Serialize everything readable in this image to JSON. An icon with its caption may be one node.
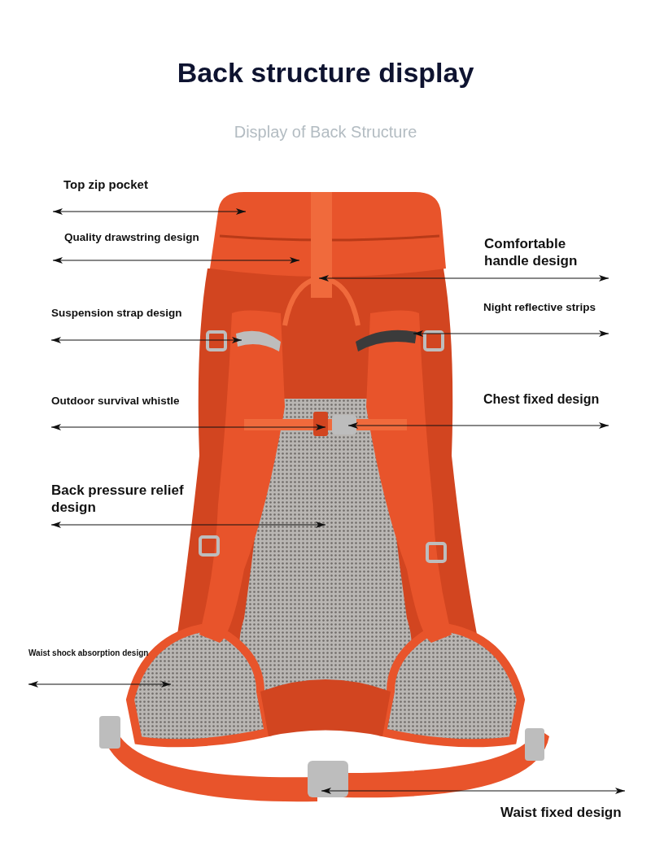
{
  "diagram": {
    "title": "Back structure display",
    "caption": "Display of Back Structure",
    "nodes": [
      {
        "text": [
          "Top zip pocket"
        ]
      },
      {
        "text": [
          "Quality drawstring design"
        ]
      },
      {
        "text": [
          "Comfortable handle design"
        ]
      },
      {
        "text": [
          "Suspension strap design"
        ]
      },
      {
        "text": [
          "Night reflective strips"
        ]
      },
      {
        "text": [
          "Outdoor survival whistle"
        ]
      },
      {
        "text": [
          "Chest fixed design"
        ]
      },
      {
        "text": [
          "Back pressure relief design"
        ]
      },
      {
        "text": [
          "Waist shock absorption design"
        ]
      },
      {
        "text": [
          "Waist fixed design"
        ]
      }
    ],
    "edges": [
      {
        "from": 0,
        "to": null,
        "arrow": "both"
      },
      {
        "from": 1,
        "to": null,
        "arrow": "both"
      },
      {
        "from": 2,
        "to": null,
        "arrow": "both"
      },
      {
        "from": 3,
        "to": null,
        "arrow": "both"
      },
      {
        "from": 4,
        "to": null,
        "arrow": "both"
      },
      {
        "from": 5,
        "to": null,
        "arrow": "both"
      },
      {
        "from": 6,
        "to": null,
        "arrow": "both"
      },
      {
        "from": 7,
        "to": null,
        "arrow": "both"
      },
      {
        "from": 8,
        "to": null,
        "arrow": "both"
      },
      {
        "from": 9,
        "to": null,
        "arrow": "both"
      }
    ]
  }
}
